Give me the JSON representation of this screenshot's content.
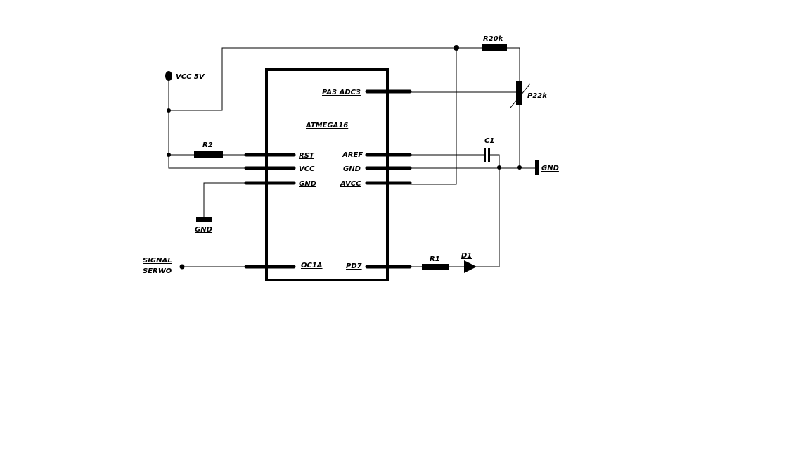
{
  "chip": {
    "name": "ATMEGA16"
  },
  "pins": {
    "left": {
      "rst": "RST",
      "vcc": "VCC",
      "gnd": "GND",
      "oc1a": "OC1A"
    },
    "right": {
      "pa3": "PA3 ADC3",
      "aref": "AREF",
      "gnd": "GND",
      "avcc": "AVCC",
      "pd7": "PD7"
    }
  },
  "components": {
    "vcc": "VCC 5V",
    "r2": "R2",
    "r20k": "R20k",
    "p22k": "P22k",
    "c1": "C1",
    "r1": "R1",
    "d1": "D1",
    "gnd_right": "GND",
    "gnd_left": "GND",
    "signal_line1": "SIGNAL",
    "signal_line2": "SERWO"
  }
}
